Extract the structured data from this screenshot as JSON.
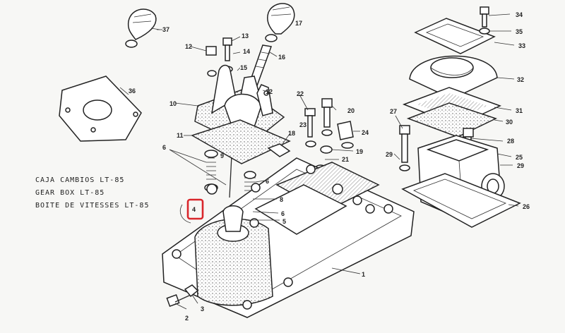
{
  "captions": {
    "line1": "CAJA CAMBIOS LT-85",
    "line2": "GEAR BOX LT-85",
    "line3": "BOITE DE VITESSES LT-85"
  },
  "highlight": {
    "label": "4",
    "color": "#d9262b"
  },
  "callouts": {
    "n1": "1",
    "n2": "2",
    "n3": "3",
    "n5": "5",
    "n6": "6",
    "n6b": "6",
    "n6c": "6",
    "n8": "8",
    "n9": "9",
    "n10": "10",
    "n11": "11",
    "n12": "12",
    "n12b": "12",
    "n13": "13",
    "n14": "14",
    "n15": "15",
    "n16": "16",
    "n17": "17",
    "n18": "18",
    "n19": "19",
    "n20": "20",
    "n21": "21",
    "n22": "22",
    "n23": "23",
    "n24": "24",
    "n25": "25",
    "n26": "26",
    "n27": "27",
    "n28": "28",
    "n29": "29",
    "n29b": "29",
    "n30": "30",
    "n31": "31",
    "n32": "32",
    "n33": "33",
    "n34": "34",
    "n35": "35",
    "n36": "36",
    "n37": "37"
  },
  "colors": {
    "ink": "#222222",
    "paper": "#f7f7f5",
    "highlight": "#d9262b"
  }
}
